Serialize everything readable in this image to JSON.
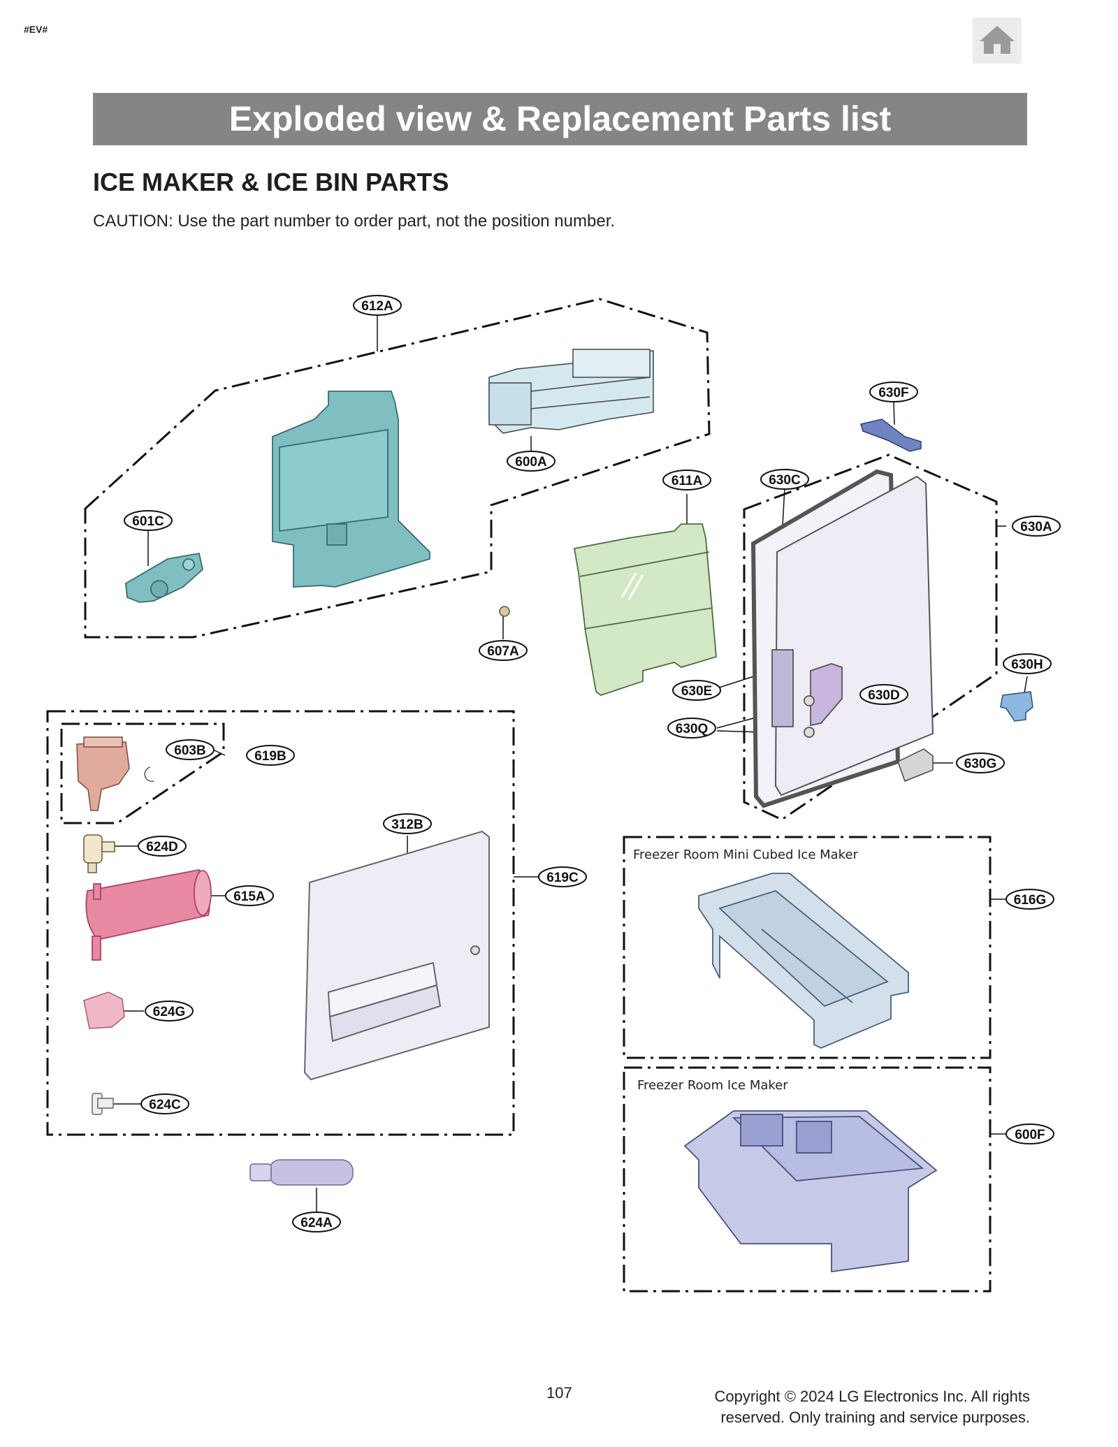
{
  "header": {
    "corner_tag": "#EV#",
    "home_icon": "home-icon",
    "title": "Exploded view & Replacement Parts list"
  },
  "section": {
    "title": "ICE MAKER & ICE BIN PARTS",
    "caution": "CAUTION: Use the part number to order part, not the position number."
  },
  "diagram": {
    "callouts": [
      "612A",
      "600A",
      "601C",
      "630F",
      "630C",
      "611A",
      "630A",
      "607A",
      "630H",
      "630E",
      "630D",
      "630Q",
      "603B",
      "619B",
      "630G",
      "312B",
      "624D",
      "619C",
      "615A",
      "616G",
      "624G",
      "624C",
      "600F",
      "624A"
    ],
    "box_titles": [
      "Freezer Room Mini Cubed Ice Maker",
      "Freezer Room Ice Maker"
    ],
    "colors": {
      "teal": "#7fbfc2",
      "ice_tray": "#d4e8f0",
      "green": "#d3e8c4",
      "lilac": "#efecf6",
      "pink": "#e888a3",
      "salmon": "#e0aa9c",
      "violet": "#c9b6de",
      "steel_blue": "#6f84c0",
      "light_blue": "#8cb8e0",
      "lavender": "#c7c2e3"
    }
  },
  "footer": {
    "page_number": "107",
    "copyright_line1": "Copyright © 2024 LG Electronics Inc. All rights",
    "copyright_line2": "reserved. Only training and service purposes."
  }
}
